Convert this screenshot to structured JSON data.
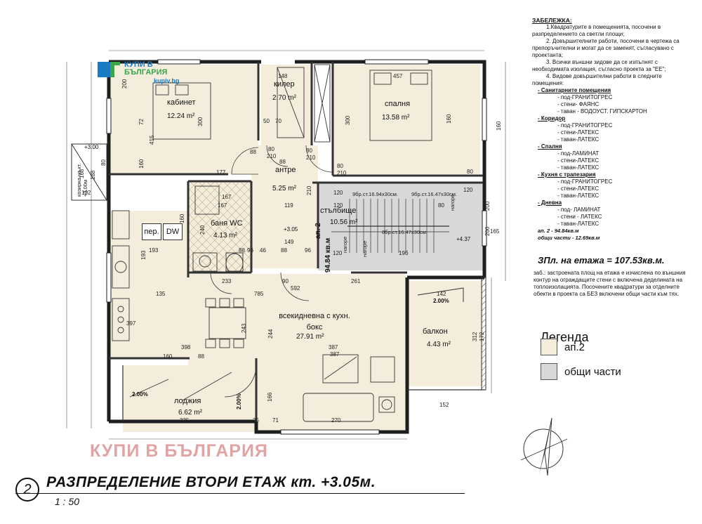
{
  "colors": {
    "apartment": "#f5eddc",
    "common": "#d8d8d8",
    "wall": "#1e1e1e",
    "watermark": "#c85a5a",
    "logo_blue": "#1a7ac4",
    "logo_green": "#3aa54a"
  },
  "logo": {
    "line1": "КУПИ В",
    "line2": "БЪЛГАРИЯ",
    "site": "kupiv.bg"
  },
  "rooms": {
    "cabinet": {
      "name": "кабинет",
      "area": "12.24 m²"
    },
    "closet": {
      "name": "килер",
      "area": "2.70 m²"
    },
    "bedroom": {
      "name": "спалня",
      "area": "13.58 m²"
    },
    "hall": {
      "name": "антре",
      "area": "5.25 m²"
    },
    "bath": {
      "name": "баня WC",
      "area": "4.13 m²"
    },
    "staircase": {
      "name": "стълбище",
      "area": "10.56 m²"
    },
    "living": {
      "name": "всекидневна с кухн. бокс",
      "area": "27.91 m²"
    },
    "balcony": {
      "name": "балкон",
      "area": "4.43 m²"
    },
    "loggia": {
      "name": "лоджия",
      "area": "6.62 m²"
    }
  },
  "appliances": {
    "washer": "пер.",
    "dishwasher": "DW"
  },
  "unit_label": "ап. 2",
  "unit_area_vertical": "94.84 кв.м",
  "stair_labels": [
    "9бр.ст.16.94x30см.",
    "9бр.ст.16.47x30см.",
    "8бр.ст.16.47x30см.",
    "нагоре",
    "нагоре",
    "нагоре"
  ],
  "levels": [
    "+3.00",
    "+3.05",
    "+4.37"
  ],
  "slopes": [
    "2.00%",
    "2.00%",
    "2.00%"
  ],
  "side_label": "козирка на кт. +3.00м",
  "dimensions": {
    "top": [
      "148",
      "457"
    ],
    "cabinet": [
      "200",
      "300",
      "72",
      "415",
      "160",
      "80",
      "168"
    ],
    "closet": [
      "50",
      "70",
      "88",
      "80",
      "210",
      "80",
      "210",
      "88"
    ],
    "bedroom": [
      "300",
      "160",
      "80",
      "210",
      "80",
      "120"
    ],
    "hall": [
      "177",
      "167",
      "119",
      "96",
      "120",
      "210"
    ],
    "stair": [
      "120",
      "200",
      "160",
      "200",
      "165",
      "120",
      "19б",
      "80"
    ],
    "bath": [
      "167",
      "240",
      "160",
      "193",
      "46",
      "88",
      "149",
      "88",
      "96"
    ],
    "kitchen": [
      "193",
      "233",
      "90",
      "592",
      "785",
      "261",
      "142",
      "135"
    ],
    "living": [
      "397",
      "243",
      "244",
      "387",
      "387",
      "160",
      "88",
      "398",
      "166",
      "270",
      "152",
      "312",
      "172"
    ],
    "loggia": [
      "335",
      "71",
      "25",
      "102",
      "188"
    ]
  },
  "notes": {
    "title": "ЗАБЕЛЕЖКА:",
    "items": [
      "1.Квадратурите в помещенията, посочени в разпределението са светли площи;",
      "2. Довършителните работи, посочени в чертежа са препоръчителни и могат да се заменят, съгласувано с проектанта;",
      "3. Всички външни зидове да се изпълнят с необходимата изолация, съгласно проекта за \"ЕЕ\";",
      "4. Видове довършителни работи в следните помещения:"
    ],
    "sections": [
      {
        "title": "- Санитарните помещения",
        "lines": [
          "- под-ГРАНИТОГРЕС",
          "- стени- ФАЯНС",
          "- таван - ВОДОУСТ. ГИПСКАРТОН"
        ]
      },
      {
        "title": "- Коридор",
        "lines": [
          "- под-ГРАНИТОГРЕС",
          "- стени-ЛАТЕКС",
          "- таван-ЛАТЕКС"
        ]
      },
      {
        "title": "- Спалня",
        "lines": [
          "- под-ЛАМИНАТ",
          "- стени-ЛАТЕКС",
          "- таван-ЛАТЕКС"
        ]
      },
      {
        "title": "- Кухня с трапезария",
        "lines": [
          "- под-ГРАНИТОГРЕС",
          "- стени-ЛАТЕКС",
          "- таван-ЛАТЕКС"
        ]
      },
      {
        "title": "- Дневна",
        "lines": [
          "- под- ЛАМИНАТ",
          "- стени - ЛАТЕКС",
          "- таван-ЛАТЕКС"
        ]
      }
    ],
    "totals": [
      "ап. 2 - 94.84кв.м",
      "общи части - 12.69кв.м"
    ]
  },
  "floor_total": "ЗПл. на етажа = 107.53кв.м.",
  "floor_note": "заб.: застроената площ на етажа е изчислена по външния контур на ограждащите стени с включена деделината на топлоизолацията. Посочените квадратури за отделните обекти в проекта са БЕЗ включени общи части към тях.",
  "legend": {
    "title": "Легенда",
    "items": [
      {
        "label": "ап.2",
        "color": "#f5eddc"
      },
      {
        "label": "общи части",
        "color": "#d8d8d8"
      }
    ]
  },
  "watermark": "КУПИ В БЪЛГАРИЯ",
  "title": {
    "number": "2",
    "text": "РАЗПРЕДЕЛЕНИЕ ВТОРИ ЕТАЖ кт. +3.05м.",
    "scale": "1 : 50"
  }
}
